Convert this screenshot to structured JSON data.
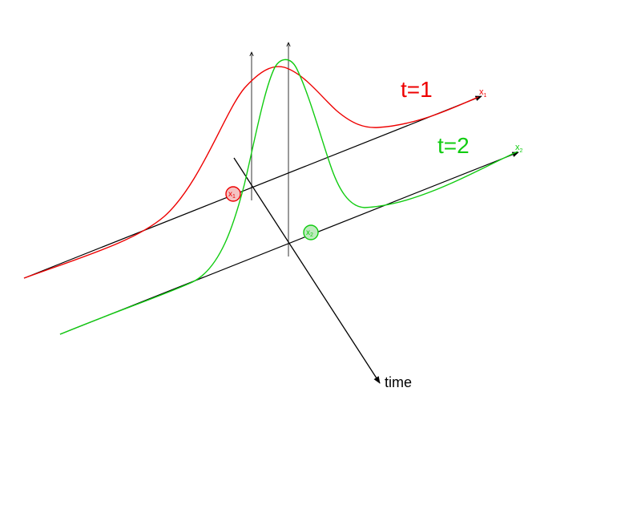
{
  "colors": {
    "t1": "#ee0000",
    "t2": "#11cc11",
    "axis": "#000000",
    "node1_fill": "#f4c2c2",
    "node2_fill": "#bfeabf"
  },
  "time_axis": {
    "label": "time"
  },
  "slices": [
    {
      "id": "t1",
      "label": "t=1",
      "axis_label_main": "x",
      "axis_label_sub": "1",
      "node_label_main": "x",
      "node_label_sub": "1"
    },
    {
      "id": "t2",
      "label": "t=2",
      "axis_label_main": "x",
      "axis_label_sub": "2",
      "node_label_main": "x",
      "node_label_sub": "2"
    }
  ]
}
